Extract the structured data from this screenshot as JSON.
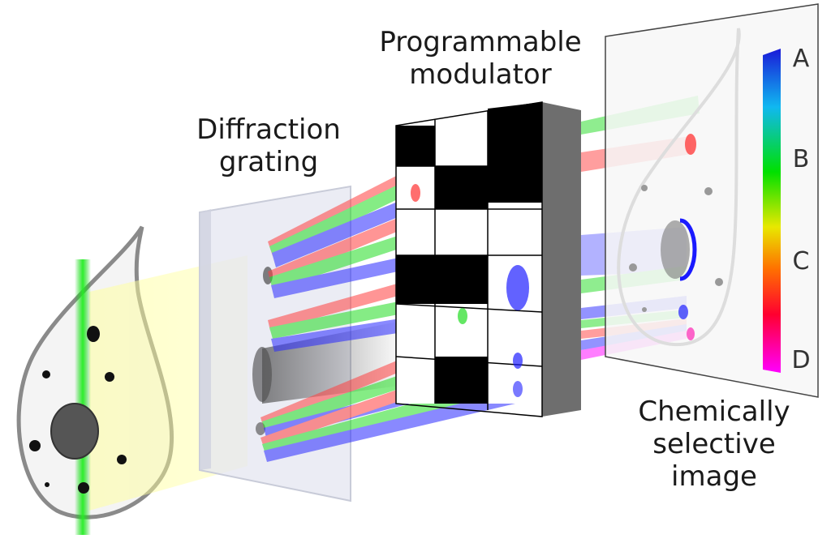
{
  "labels": {
    "programmable_modulator": [
      "Programmable",
      "modulator"
    ],
    "diffraction_grating": [
      "Diffraction",
      "grating"
    ],
    "chemically_selective_image": [
      "Chemically",
      "selective",
      "image"
    ]
  },
  "spectral_scale": {
    "letters": [
      "A",
      "B",
      "C",
      "D"
    ],
    "gradient_colors": [
      "#2020e0",
      "#00d0ff",
      "#00e000",
      "#ffe000",
      "#ff6000",
      "#ff0040",
      "#ff00ff"
    ]
  },
  "colors": {
    "beam_green": "#00dd00",
    "beam_red": "#ff3030",
    "beam_blue": "#2020ff",
    "illumination_yellow": "#ffff80",
    "grating_tint": "#dde0ee",
    "modulator_side": "#6e6e6e",
    "outline": "#808080"
  }
}
